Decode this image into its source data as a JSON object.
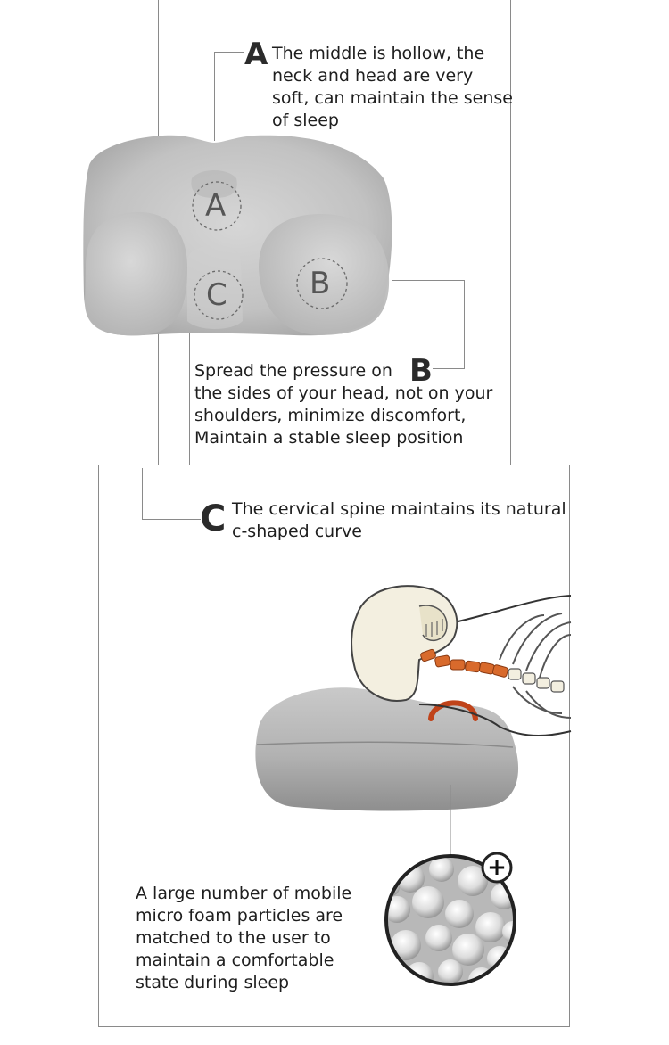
{
  "callout_a": {
    "letter": "A",
    "text": "The middle is hollow, the\nneck and head are very\nsoft, can maintain the sense\nof sleep"
  },
  "callout_b": {
    "letter": "B",
    "text": "Spread the pressure on\nthe sides of your head, not on your\nshoulders, minimize discomfort,\nMaintain a stable sleep position"
  },
  "callout_c": {
    "letter": "C",
    "text": "The cervical spine maintains its natural\nc-shaped curve"
  },
  "pillow_zones": {
    "a": "A",
    "b": "B",
    "c": "C"
  },
  "foam_note": {
    "text": "A large number of mobile\nmicro foam particles are\nmatched to the user to\nmaintain a comfortable\nstate during sleep",
    "zoom_symbol": "+"
  }
}
